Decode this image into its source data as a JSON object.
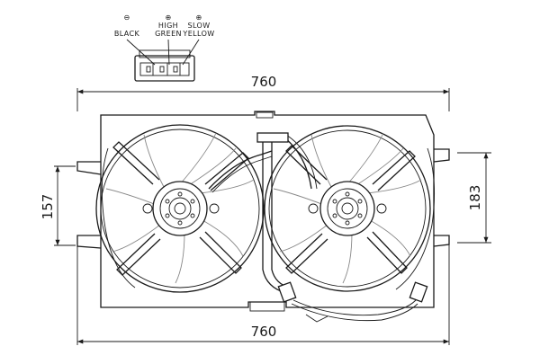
{
  "dimensions": {
    "top_width": "760",
    "bottom_width": "760",
    "left_height": "157",
    "right_height": "183"
  },
  "connector": {
    "pins": [
      {
        "symbol": "⊖",
        "line1": "",
        "line2": "BLACK"
      },
      {
        "symbol": "⊕",
        "line1": "HIGH",
        "line2": "GREEN"
      },
      {
        "symbol": "⊕",
        "line1": "SLOW",
        "line2": "YELLOW"
      }
    ]
  }
}
